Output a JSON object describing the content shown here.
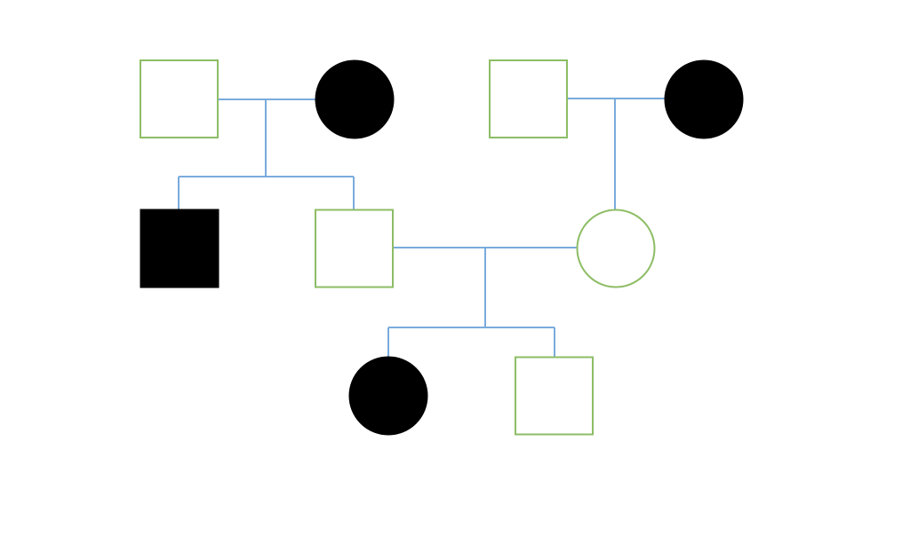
{
  "colors": {
    "unaffected_outline": "#8dbd65",
    "affected_fill": "#000000",
    "connector": "#79abdc",
    "background": "#ffffff"
  },
  "individuals": [
    {
      "id": "g1-left-father",
      "sex": "male",
      "affected": false
    },
    {
      "id": "g1-left-mother",
      "sex": "female",
      "affected": true
    },
    {
      "id": "g1-right-father",
      "sex": "male",
      "affected": false
    },
    {
      "id": "g1-right-mother",
      "sex": "female",
      "affected": true
    },
    {
      "id": "g2-son-affected",
      "sex": "male",
      "affected": true
    },
    {
      "id": "g2-son",
      "sex": "male",
      "affected": false
    },
    {
      "id": "g2-daughter",
      "sex": "female",
      "affected": false
    },
    {
      "id": "g3-daughter",
      "sex": "female",
      "affected": true
    },
    {
      "id": "g3-son",
      "sex": "male",
      "affected": false
    }
  ]
}
